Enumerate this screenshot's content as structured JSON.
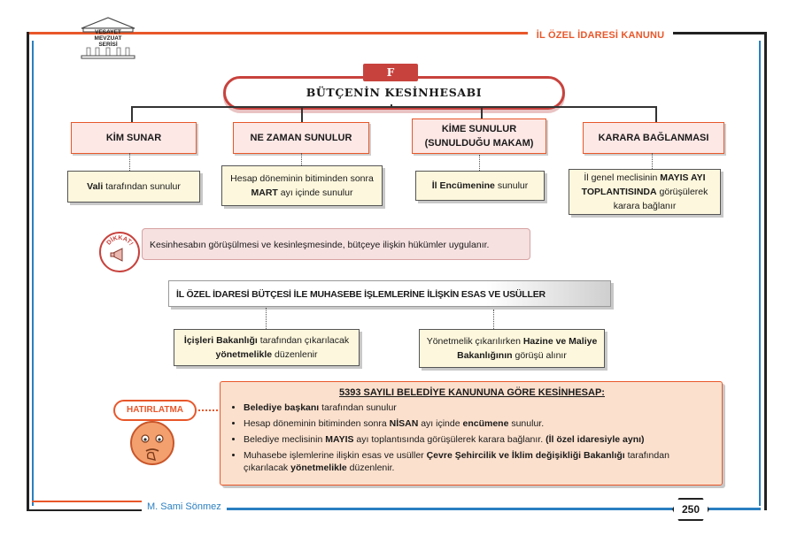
{
  "header": {
    "logo_lines": [
      "VESAYET",
      "MEVZUAT",
      "SERİSİ"
    ],
    "title": "İL ÖZEL İDARESİ KANUNU"
  },
  "section": {
    "badge": "F",
    "title": "BÜTÇENİN KESİNHESABI"
  },
  "columns": [
    {
      "heading": "KİM SUNAR",
      "detail_html_bold": "Vali",
      "detail_rest": " tarafından sunulur"
    },
    {
      "heading": "NE ZAMAN SUNULUR",
      "detail_pre": "Hesap döneminin bitiminden sonra ",
      "detail_bold": "MART",
      "detail_post": " ayı içinde sunulur"
    },
    {
      "heading": "KİME SUNULUR (SUNULDUĞU MAKAM)",
      "detail_bold": "İl Encümenine",
      "detail_post": " sunulur"
    },
    {
      "heading": "KARARA BAĞLANMASI",
      "detail_pre": "İl genel meclisinin ",
      "detail_bold": "MAYIS AYI TOPLANTISINDA",
      "detail_post": " görüşülerek karara bağlanır"
    }
  ],
  "dikkat": {
    "label": "DİKKAT!",
    "text": "Kesinhesabın görüşülmesi ve kesinleşmesinde, bütçeye ilişkin hükümler uygulanır."
  },
  "esas": {
    "heading": "İL ÖZEL İDARESİ BÜTÇESİ İLE MUHASEBE İŞLEMLERİNE İLİŞKİN ESAS VE USÜLLER",
    "left_bold1": "İçişleri Bakanlığı",
    "left_mid": " tarafından çıkarılacak ",
    "left_bold2": "yönetmelikle",
    "left_post": " düzenlenir",
    "right_pre": "Yönetmelik çıkarılırken ",
    "right_bold": "Hazine ve Maliye Bakanlığının",
    "right_post": " görüşü alınır"
  },
  "hatirlatma": {
    "label": "HATIRLATMA",
    "title": "5393 SAYILI BELEDİYE KANUNUNA GÖRE KESİNHESAP:",
    "items": [
      {
        "parts": [
          {
            "b": "Belediye başkanı"
          },
          {
            "t": " tarafından sunulur"
          }
        ]
      },
      {
        "parts": [
          {
            "t": "Hesap döneminin bitiminden sonra "
          },
          {
            "b": "NİSAN"
          },
          {
            "t": " ayı içinde "
          },
          {
            "b": "encümene"
          },
          {
            "t": " sunulur."
          }
        ]
      },
      {
        "parts": [
          {
            "t": "Belediye meclisinin "
          },
          {
            "b": "MAYIS"
          },
          {
            "t": " ayı toplantısında görüşülerek karara bağlanır. "
          },
          {
            "b": "(İl özel idaresiyle aynı)"
          }
        ]
      },
      {
        "parts": [
          {
            "t": "Muhasebe işlemlerine ilişkin esas ve usüller "
          },
          {
            "b": "Çevre Şehircilik ve İklim değişikliği Bakanlığı"
          },
          {
            "t": " tarafından çıkarılacak "
          },
          {
            "b": "yönetmelikle"
          },
          {
            "t": " düzenlenir."
          }
        ]
      }
    ]
  },
  "footer": {
    "author": "M. Sami Sönmez",
    "page": "250"
  },
  "colors": {
    "accent": "#e8572a",
    "blue": "#2a7fc0",
    "red": "#c8423d"
  }
}
